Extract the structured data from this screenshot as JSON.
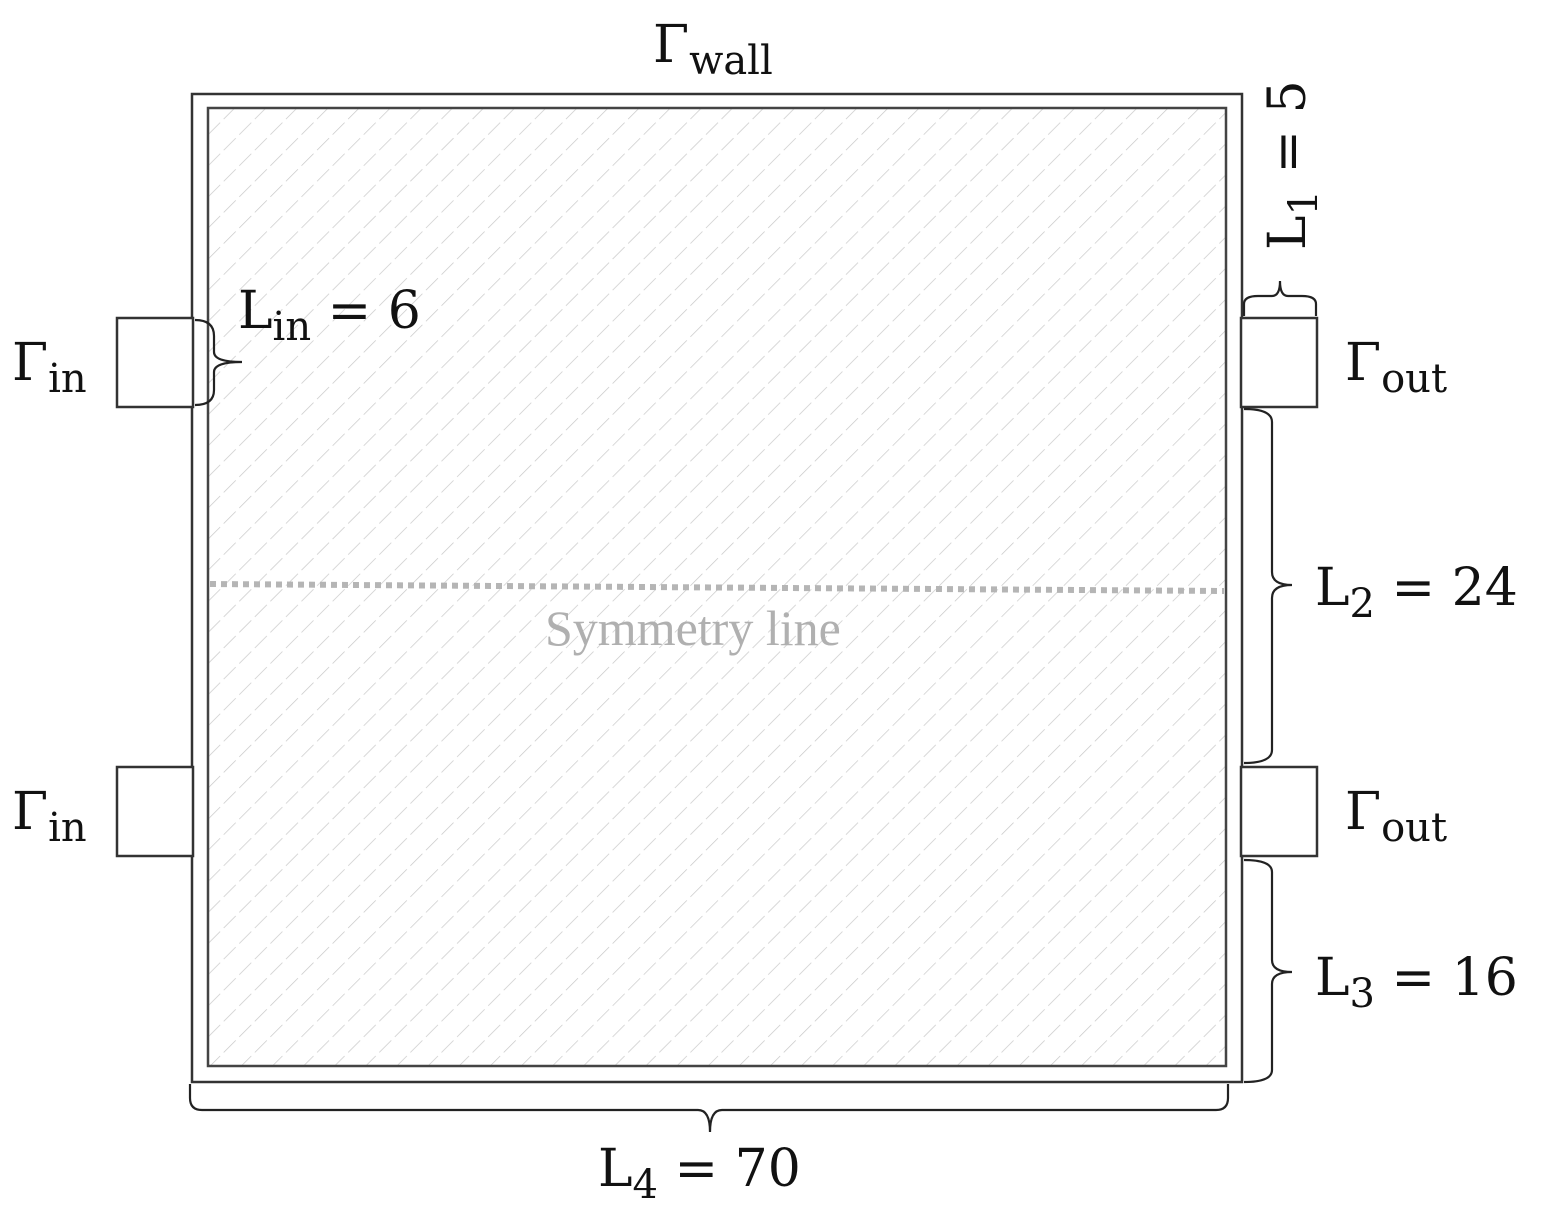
{
  "labels": {
    "gamma": "Γ",
    "wall_sub": "wall",
    "in_sub": "in",
    "out_sub": "out",
    "L": "L",
    "lin_value": " = 6",
    "l1_sub": "1",
    "l1_value": " = 5",
    "l2_sub": "2",
    "l2_value": " = 24",
    "l3_sub": "3",
    "l3_value": " = 16",
    "l4_sub": "4",
    "l4_value": " = 70",
    "symmetry": "Symmetry line"
  },
  "colors": {
    "hatch": "#c8c8c8",
    "symmetry_line": "#b5b5b5"
  }
}
